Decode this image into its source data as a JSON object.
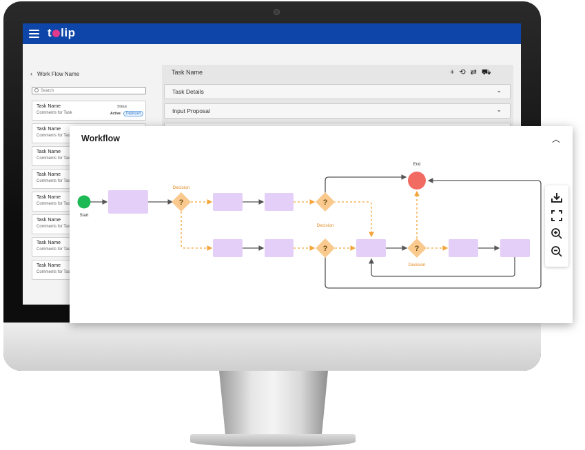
{
  "app": {
    "logo_text_start": "t",
    "logo_text_end": "lip",
    "brand_color": "#0e45a8",
    "accent_color": "#e23a8c"
  },
  "sidebar": {
    "back_icon": "chevron-left-icon",
    "title": "Work Flow Name",
    "search_placeholder": "Search",
    "tasks": [
      {
        "name": "Task Name",
        "comment": "Comments for Task",
        "status_label": "Status",
        "state": "Active",
        "badge": "Deployed"
      },
      {
        "name": "Task Name",
        "comment": "Comments for Task"
      },
      {
        "name": "Task Name",
        "comment": "Comments for Task"
      },
      {
        "name": "Task Name",
        "comment": "Comments for Task"
      },
      {
        "name": "Task Name",
        "comment": "Comments for Task"
      },
      {
        "name": "Task Name",
        "comment": "Comments for Task"
      },
      {
        "name": "Task Name",
        "comment": "Comments for Task"
      },
      {
        "name": "Task Name",
        "comment": "Comments for Task"
      }
    ]
  },
  "main": {
    "header_title": "Task Name",
    "header_icons": [
      "plus-icon",
      "history-icon",
      "workflow-icon",
      "truck-icon"
    ],
    "accordions": [
      {
        "label": "Task Details",
        "icon": "chevron-down-icon"
      },
      {
        "label": "Input Proposal",
        "icon": "chevron-down-icon"
      }
    ]
  },
  "workflow": {
    "title": "Workflow",
    "collapse_icon": "chevron-up-icon",
    "start_label": "Start",
    "end_label": "End",
    "decision_labels": [
      "Decision",
      "Decision",
      "Decision"
    ],
    "decision_symbol": "?",
    "colors": {
      "start": "#1db954",
      "end": "#f26b63",
      "task": "#e3cff7",
      "decision": "#f9c98d",
      "dashed": "#f3a43b",
      "solid": "#555555"
    },
    "tools": [
      "download-icon",
      "fullscreen-icon",
      "zoom-in-icon",
      "zoom-out-icon"
    ]
  }
}
